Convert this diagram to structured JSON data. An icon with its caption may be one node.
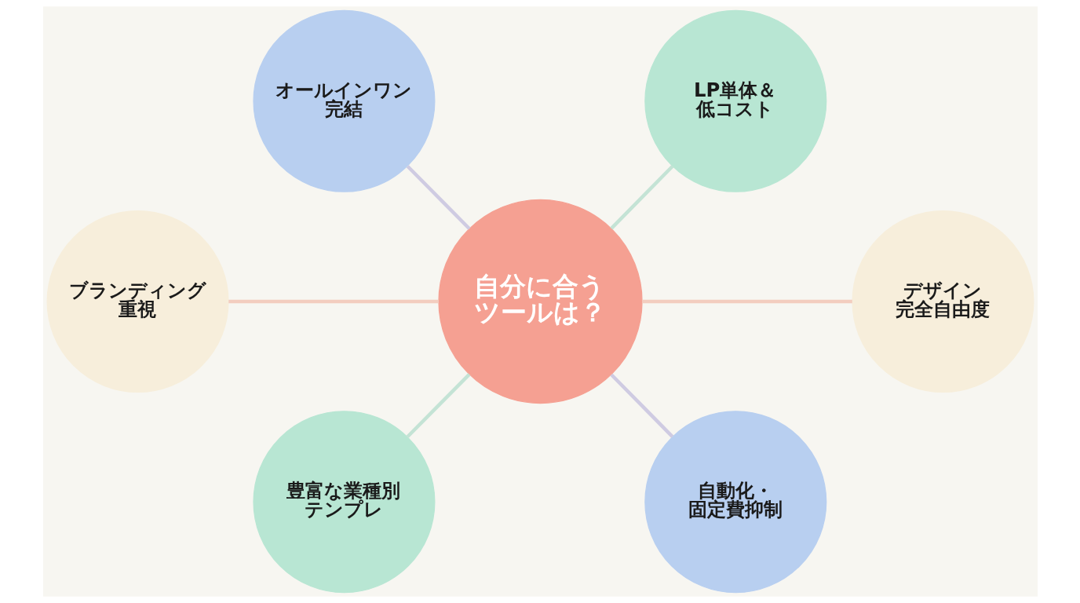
{
  "diagram": {
    "nodes": [
      {
        "text": [
          "オールインワン完結"
        ]
      },
      {
        "text": [
          "LP単体＆低コスト"
        ]
      },
      {
        "text": [
          "ブランディング重視"
        ]
      },
      {
        "text": [
          "自分に合うツールは？"
        ]
      },
      {
        "text": [
          "デザイン完全自由度"
        ]
      },
      {
        "text": [
          "豊富な業種別テンプレ"
        ]
      },
      {
        "text": [
          "自動化・固定費抑制"
        ]
      }
    ],
    "edges": [
      {
        "from": 3,
        "to": 0,
        "arrow": "none",
        "color": "#cfcbe2"
      },
      {
        "from": 3,
        "to": 1,
        "arrow": "none",
        "color": "#c4e3d5"
      },
      {
        "from": 3,
        "to": 2,
        "arrow": "none",
        "color": "#f3cdbf"
      },
      {
        "from": 3,
        "to": 4,
        "arrow": "none",
        "color": "#f3cdbf"
      },
      {
        "from": 3,
        "to": 5,
        "arrow": "none",
        "color": "#c4e3d5"
      },
      {
        "from": 3,
        "to": 6,
        "arrow": "none",
        "color": "#cfcbe2"
      }
    ]
  }
}
